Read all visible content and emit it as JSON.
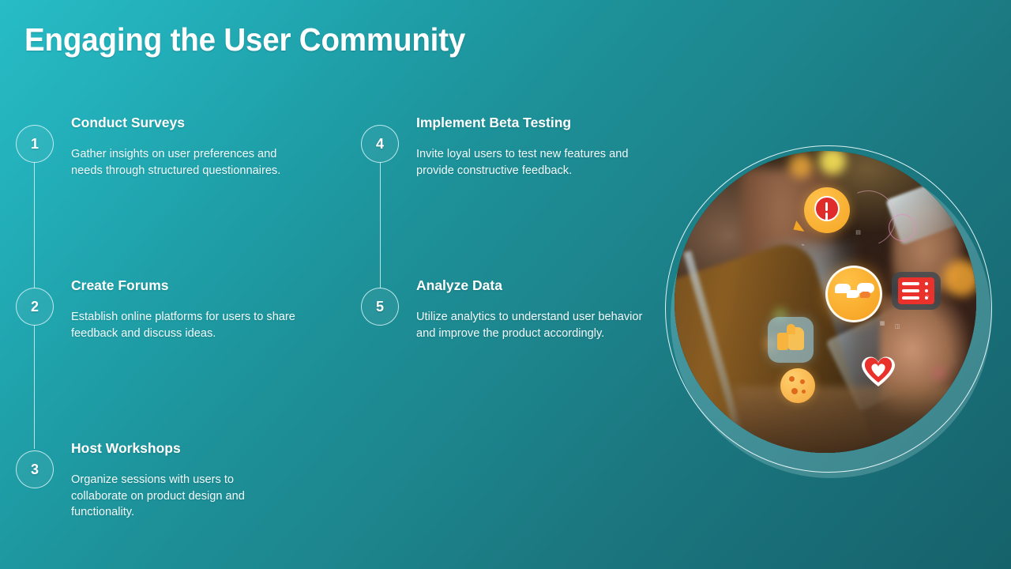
{
  "slide": {
    "title": "Engaging the User Community",
    "background": {
      "gradient_from": "#27bcc6",
      "gradient_to": "#16626b"
    }
  },
  "steps": [
    {
      "number": "1",
      "heading": "Conduct Surveys",
      "body": "Gather insights on user preferences and needs through structured questionnaires."
    },
    {
      "number": "2",
      "heading": "Create Forums",
      "body": "Establish online platforms for users to share feedback and discuss ideas."
    },
    {
      "number": "3",
      "heading": "Host Workshops",
      "body": "Organize sessions with users to collaborate on product design and functionality."
    },
    {
      "number": "4",
      "heading": "Implement Beta Testing",
      "body": "Invite loyal users to test new features and provide constructive feedback."
    },
    {
      "number": "5",
      "heading": "Analyze Data",
      "body": "Utilize analytics to understand user behavior and improve the product accordingly."
    }
  ],
  "photo": {
    "alt": "People using a laptop and tablet with floating social media engagement icons",
    "icons": [
      "speech-bubble-alert-icon",
      "chat-bubbles-icon",
      "red-list-card-icon",
      "thumbs-up-icon",
      "heart-icon",
      "emoji-icon"
    ]
  }
}
